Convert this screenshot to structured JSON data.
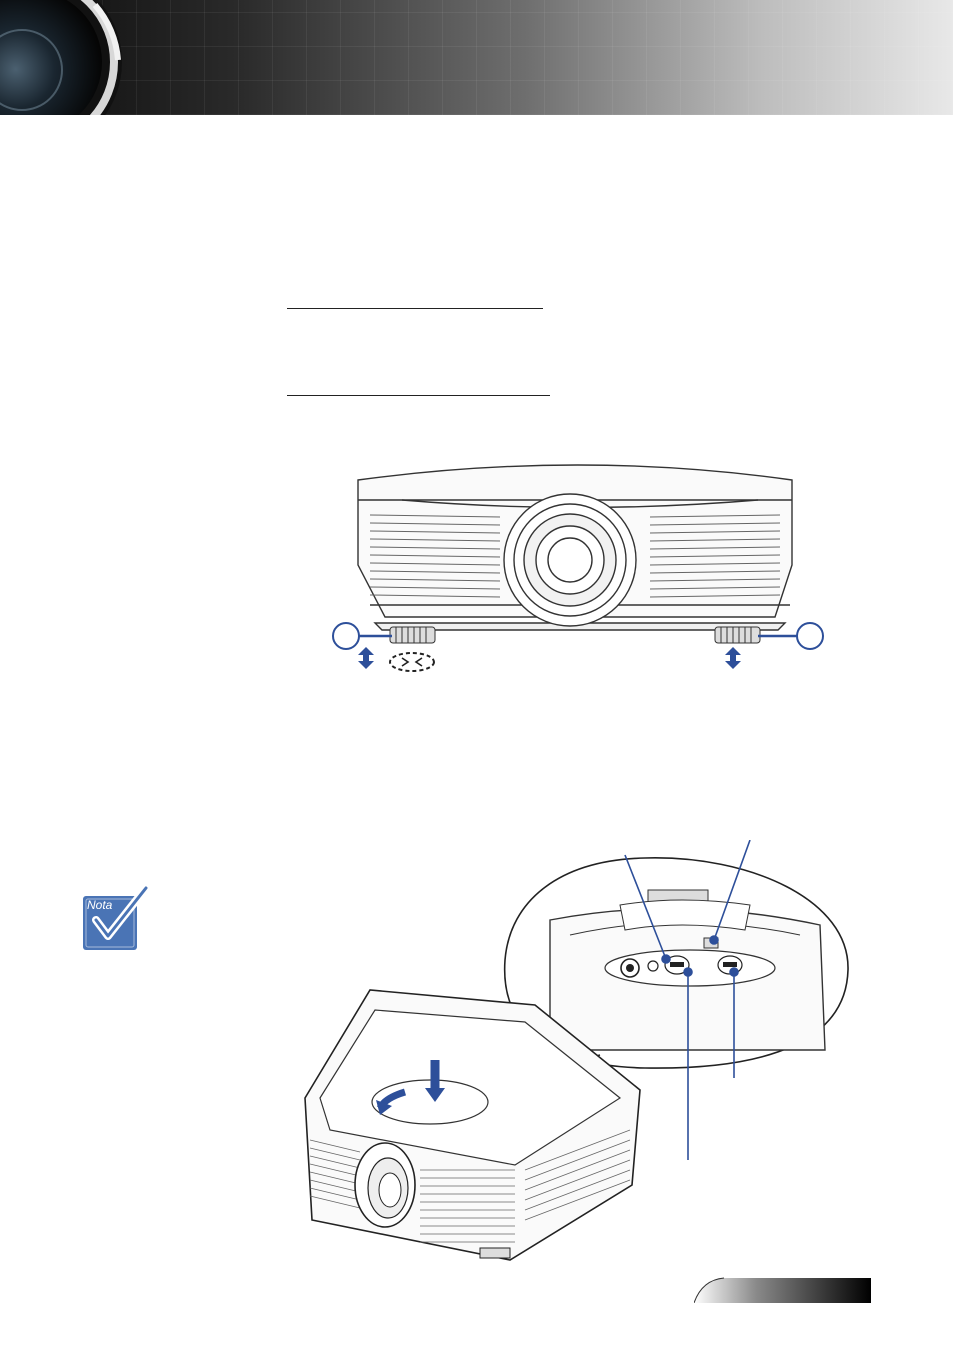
{
  "header": {
    "icon": "camera-lens-icon"
  },
  "note": {
    "label": "Nota",
    "icon": "checkmark-icon"
  },
  "figures": {
    "front_view": {
      "icon": "projector-front-view-illustration"
    },
    "top_view": {
      "icon": "projector-top-view-illustration"
    }
  },
  "colors": {
    "accent_blue": "#2d4f9a",
    "note_blue": "#4a74b5"
  }
}
